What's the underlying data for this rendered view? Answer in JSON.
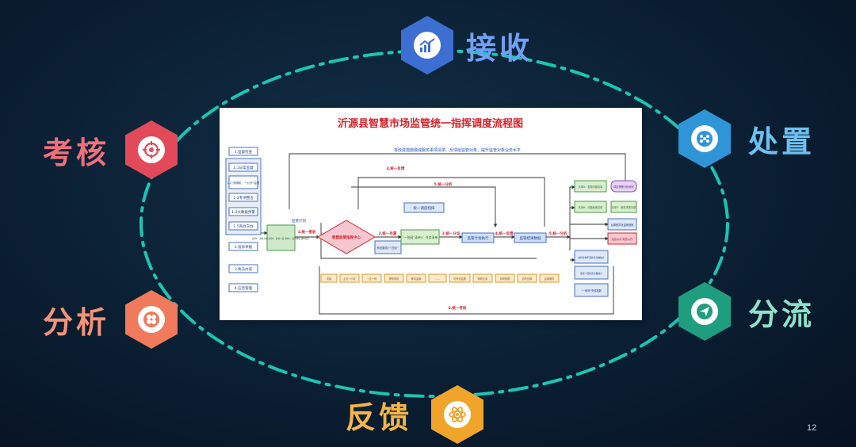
{
  "slide": {
    "page_number": "12"
  },
  "cycle": {
    "receive": {
      "label": "接收",
      "icon": "chart-trend-icon",
      "color": "#3d6fd3"
    },
    "dispose": {
      "label": "处置",
      "icon": "dots-circle-icon",
      "color": "#2f95d6"
    },
    "divert": {
      "label": "分流",
      "icon": "paper-plane-icon",
      "color": "#1e9e7e"
    },
    "feedback": {
      "label": "反馈",
      "icon": "atom-icon",
      "color": "#f0a52a"
    },
    "analyze": {
      "label": "分析",
      "icon": "clover-icon",
      "color": "#ef7a5c"
    },
    "assess": {
      "label": "考核",
      "icon": "target-icon",
      "color": "#e24a5a"
    }
  },
  "flowchart": {
    "title": "沂源县智慧市场监管统一指挥调度流程图",
    "subtitle": "将改进措施融成服务事项清单、反馈给监管对象，提升监管对象业务水平",
    "left_items": [
      "1.监督检查",
      "1.1日常监督",
      "1.2“双随机、一公开”监管",
      "1.3专项整治",
      "1.4大数据预警",
      "1.5商办交办",
      "2.投诉举报",
      "3.执法办案",
      "4.应急管理"
    ],
    "plan_label": "监管计划",
    "lists_box": "清单1：监管对象 清单2：监管人员 清单3：监管事项 操作指引",
    "step1": "1.统一接收",
    "center": "智慧监管指挥中心",
    "step2": "2.统一处置",
    "integration": "系统集成+“四化”",
    "list4": "“一张网”清单4：任务清单",
    "step3": "3.统一分派",
    "plan_exec": "监管计划执行",
    "step4_fb": "4.统一反馈",
    "results": "监管结果数据",
    "step5": "5.统一分析",
    "scheduling": "统一调度指挥",
    "step4": "4.统一反馈",
    "step5_top": "5.统一分析",
    "step6": "6.统一考核",
    "right_items": [
      "清单5：发现问题清单",
      "风险预警分析研判",
      "清单6：问题处置清单",
      "清单7：服务事项清单",
      "后果差异化监管措施",
      "信息公示 政务公开",
      "监管对象年度检查次数统计",
      "监管人员检查次数统计",
      "“一张网”完成指数"
    ],
    "bottom_items": [
      "党建",
      "企业+小老",
      "一企一码",
      "视频风险",
      "移动监管",
      "……",
      "可视化监管",
      "网络交易",
      "协同数据",
      "协作处置",
      "监管服务"
    ]
  }
}
